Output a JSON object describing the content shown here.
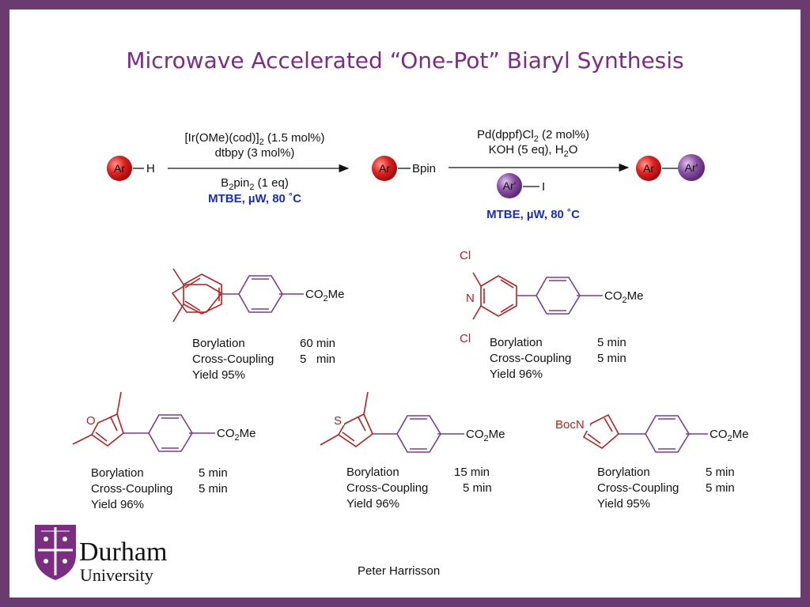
{
  "slide": {
    "title": "Microwave Accelerated “One-Pot” Biaryl Synthesis",
    "author": "Peter Harrisson"
  },
  "logo": {
    "name": "Durham",
    "sub": "University",
    "color": "#7b2d82"
  },
  "scheme": {
    "start_ball": "Ar",
    "start_atom": "H",
    "mid_ball": "Ar",
    "mid_group": "Bpin",
    "end_ball_1": "Ar",
    "end_ball_2": "Ar'",
    "reagent_ball": "Ar'",
    "reagent_atom": "I",
    "step1": {
      "cat_a": "[Ir(OMe)(cod)]",
      "cat_sub": "2",
      "cat_b": " (1.5 mol%)",
      "ligand": "dtbpy (3 mol%)",
      "b_a": "B",
      "b_sub1": "2",
      "b_b": "pin",
      "b_sub2": "2",
      "b_c": " (1 eq)",
      "cond": "MTBE, µW, 80 ˚C"
    },
    "step2": {
      "cat_a": "Pd(dppf)Cl",
      "cat_sub": "2",
      "cat_b": " (2 mol%)",
      "base_a": "KOH (5 eq), H",
      "base_sub": "2",
      "base_b": "O",
      "cond": "MTBE, µW, 80 ˚C"
    }
  },
  "colors": {
    "aryl_red": "#b22222",
    "aryl_purple": "#7a3d8f",
    "ball_red": "#e0201c",
    "ball_purple": "#8a4fa6",
    "conditions_blue": "#1a2fb0",
    "frame": "#6b3a6f"
  },
  "products": [
    {
      "group_a": "CO",
      "group_sub": "2",
      "group_b": "Me",
      "borylation_label": "Borylation",
      "borylation_time": "60 min",
      "coupling_label": "Cross-Coupling",
      "coupling_time": "5   min",
      "yield": "Yield 95%"
    },
    {
      "group_a": "CO",
      "group_sub": "2",
      "group_b": "Me",
      "atom_cl1": "Cl",
      "atom_n": "N",
      "atom_cl2": "Cl",
      "borylation_label": "Borylation",
      "borylation_time": "5 min",
      "coupling_label": "Cross-Coupling",
      "coupling_time": "5 min",
      "yield": "Yield 96%"
    },
    {
      "group_a": "CO",
      "group_sub": "2",
      "group_b": "Me",
      "atom_o": "O",
      "borylation_label": "Borylation",
      "borylation_time": "5 min",
      "coupling_label": "Cross-Coupling",
      "coupling_time": "5 min",
      "yield": "Yield 96%"
    },
    {
      "group_a": "CO",
      "group_sub": "2",
      "group_b": "Me",
      "atom_s": "S",
      "borylation_label": "Borylation",
      "borylation_time": "15 min",
      "coupling_label": "Cross-Coupling",
      "coupling_time": "5 min",
      "yield": "Yield 96%"
    },
    {
      "group_a": "CO",
      "group_sub": "2",
      "group_b": "Me",
      "atom_n": "BocN",
      "borylation_label": "Borylation",
      "borylation_time": "5 min",
      "coupling_label": "Cross-Coupling",
      "coupling_time": "5 min",
      "yield": "Yield 95%"
    }
  ]
}
